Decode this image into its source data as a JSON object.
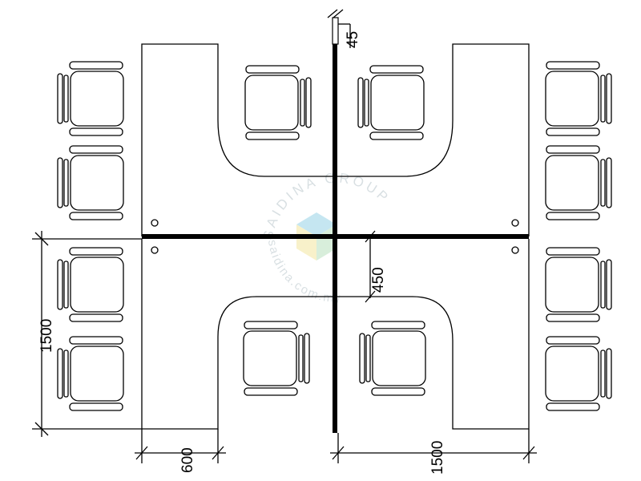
{
  "dimensions": {
    "partition_thickness": "45",
    "desk_depth": "450",
    "cluster_height": "1500",
    "return_width": "600",
    "desk_width": "1500"
  },
  "watermark": {
    "brand": "SAIDINA GROUP",
    "site": "saidina.com.my",
    "colors": [
      "#9fd6e8",
      "#f5e9a8",
      "#bfe3c4"
    ]
  }
}
